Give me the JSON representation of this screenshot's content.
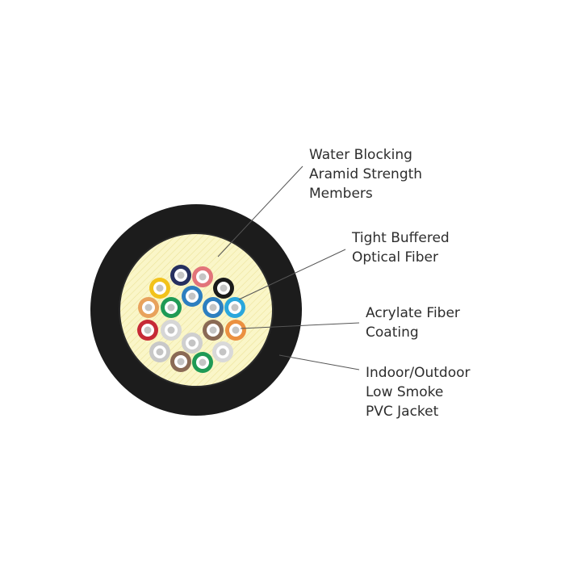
{
  "callouts": {
    "water_blocking": [
      "Water Blocking",
      "Aramid Strength",
      "Members"
    ],
    "tight_buffered": [
      "Tight Buffered",
      "Optical Fiber"
    ],
    "acrylate": [
      "Acrylate Fiber",
      "Coating"
    ],
    "jacket": [
      "Indoor/Outdoor",
      "Low Smoke",
      "PVC Jacket"
    ]
  },
  "colors": {
    "jacket": "#1c1c1c",
    "aramid": "#faf6c8",
    "leader_line": "#555555",
    "fiber_core": "#c4c4c4",
    "fibers": [
      "#f2c21b",
      "#26305f",
      "#e2747a",
      "#1a1a1a",
      "#2d7fc0",
      "#e8a25c",
      "#1f9a55",
      "#2d7fc0",
      "#2aa7dc",
      "#c62a36",
      "#d6d6d6",
      "#8a6a55",
      "#eb9040",
      "#c8c8c8",
      "#cfcfcf",
      "#8a6a55",
      "#1f9a55",
      "#d9d9d9"
    ]
  }
}
